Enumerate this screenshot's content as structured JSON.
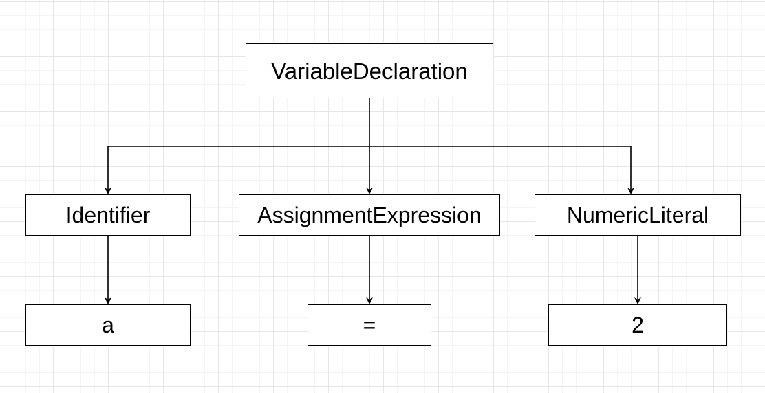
{
  "diagram": {
    "root": {
      "label": "VariableDeclaration"
    },
    "children": [
      {
        "label": "Identifier",
        "leaf": "a"
      },
      {
        "label": "AssignmentExpression",
        "leaf": "="
      },
      {
        "label": "NumericLiteral",
        "leaf": "2"
      }
    ],
    "colors": {
      "stroke": "#000000",
      "node_fill": "#ffffff",
      "grid": "#e6e6e6"
    }
  }
}
